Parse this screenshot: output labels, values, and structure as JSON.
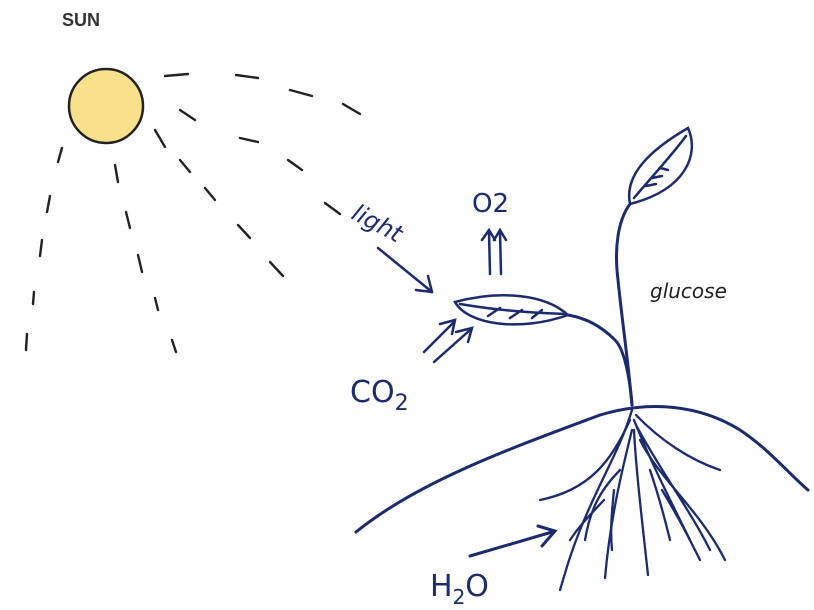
{
  "sun": {
    "label": "SUN",
    "fill_color": "#f9e08a",
    "outline_color": "#222222"
  },
  "labels": {
    "light": "light",
    "o2": "O2",
    "co2": "CO",
    "co2_sub": "2",
    "glucose": "glucose",
    "h2o_h": "H",
    "h2o_sub": "2",
    "h2o_o": "O"
  },
  "colors": {
    "ink": "#1c2a6e",
    "pencil": "#222222",
    "background": "#fefefe"
  }
}
